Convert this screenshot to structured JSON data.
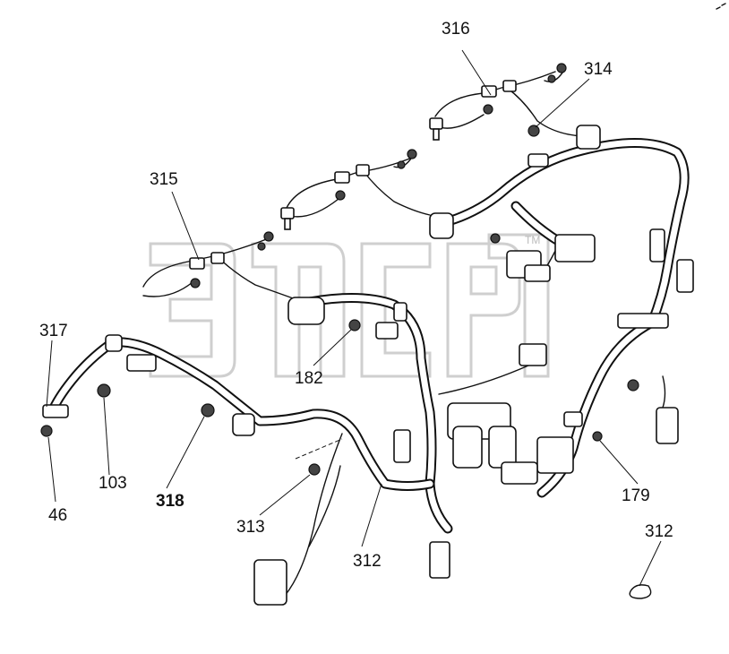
{
  "watermark": {
    "trademark": "TM"
  },
  "callouts": [
    {
      "id": "c316",
      "text": "316",
      "bold": false
    },
    {
      "id": "c314",
      "text": "314",
      "bold": false
    },
    {
      "id": "c315",
      "text": "315",
      "bold": false
    },
    {
      "id": "c317",
      "text": "317",
      "bold": false
    },
    {
      "id": "c182",
      "text": "182",
      "bold": false
    },
    {
      "id": "c103",
      "text": "103",
      "bold": false
    },
    {
      "id": "c318",
      "text": "318",
      "bold": true
    },
    {
      "id": "c46",
      "text": "46",
      "bold": false
    },
    {
      "id": "c313",
      "text": "313",
      "bold": false
    },
    {
      "id": "c312a",
      "text": "312",
      "bold": false
    },
    {
      "id": "c179",
      "text": "179",
      "bold": false
    },
    {
      "id": "c312b",
      "text": "312",
      "bold": false
    }
  ]
}
